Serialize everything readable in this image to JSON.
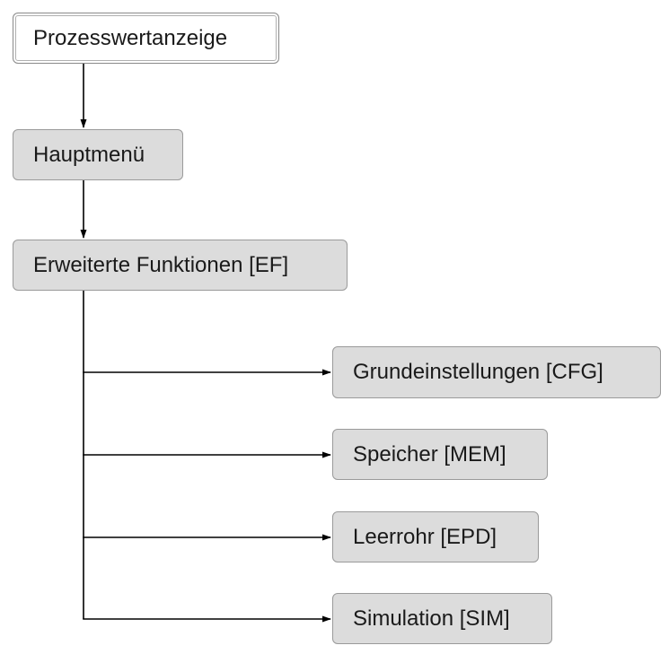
{
  "diagram": {
    "root": "Prozesswertanzeige",
    "main_menu": "Hauptmenü",
    "extended_functions": "Erweiterte Funktionen [EF]",
    "submenus": [
      "Grundeinstellungen [CFG]",
      "Speicher [MEM]",
      "Leerrohr [EPD]",
      "Simulation [SIM]"
    ]
  }
}
